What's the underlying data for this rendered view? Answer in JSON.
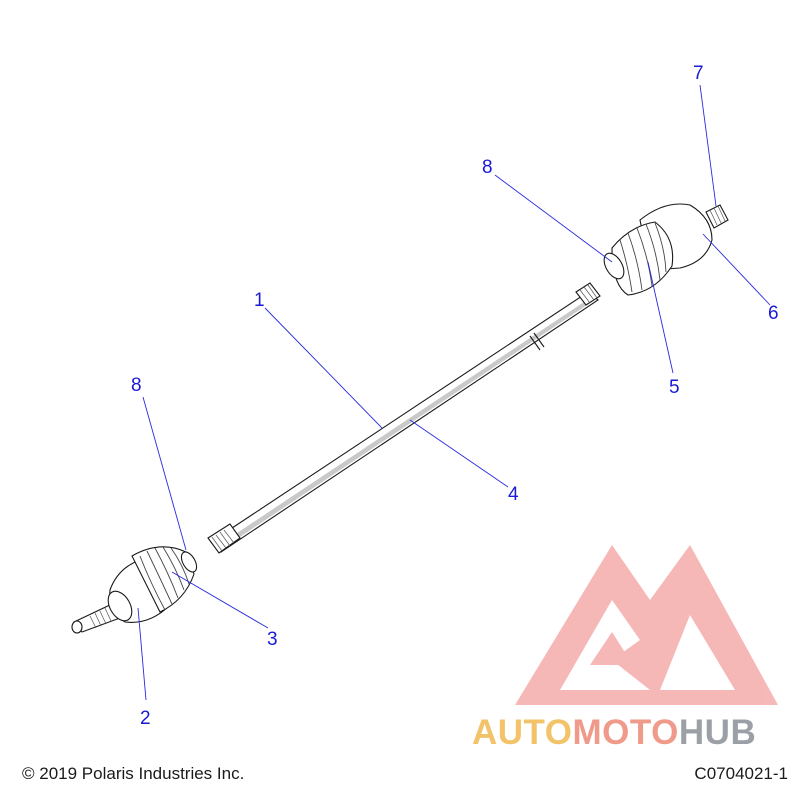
{
  "callouts": {
    "c1": "1",
    "c2": "2",
    "c3": "3",
    "c4": "4",
    "c5": "5",
    "c6": "6",
    "c7": "7",
    "c8_upper": "8",
    "c8_lower": "8"
  },
  "footer": {
    "copyright": "© 2019 Polaris Industries Inc.",
    "figure_id": "C0704021-1"
  },
  "watermark": {
    "word_part_a": "AUTO",
    "word_part_b": "MOTO",
    "word_part_c": "HUB",
    "colors": {
      "triangle": "#ef7d7d",
      "auto": "#f3c36a",
      "moto": "#ef9a8a",
      "hub": "#9aa0a6"
    }
  },
  "colors": {
    "callout_text": "#1a1ad6",
    "leader_line": "#2a2ae0",
    "part_outline": "#1a1a1a"
  }
}
